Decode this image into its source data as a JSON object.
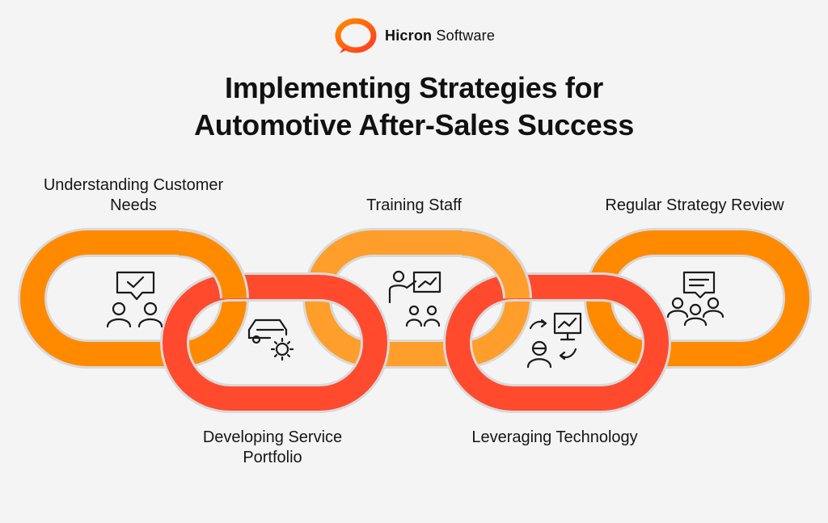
{
  "logo": {
    "brand_bold": "Hicron",
    "brand_light": "Software",
    "mark_colors": [
      "#ff4b1f",
      "#ff8a00"
    ]
  },
  "title": {
    "line1": "Implementing Strategies for",
    "line2": "Automotive After-Sales Success"
  },
  "colors": {
    "orange": "#ff8a00",
    "red": "#ff4a2e",
    "light_orange": "#ff9e2a",
    "outline": "#d9d9d9",
    "background": "#f4f4f4"
  },
  "steps": [
    {
      "label": "Understanding Customer Needs",
      "icon": "customer-feedback-icon"
    },
    {
      "label": "Developing Service Portfolio",
      "icon": "car-gear-icon"
    },
    {
      "label": "Training Staff",
      "icon": "presentation-training-icon"
    },
    {
      "label": "Leveraging Technology",
      "icon": "user-analytics-icon"
    },
    {
      "label": "Regular Strategy Review",
      "icon": "team-discussion-icon"
    }
  ]
}
